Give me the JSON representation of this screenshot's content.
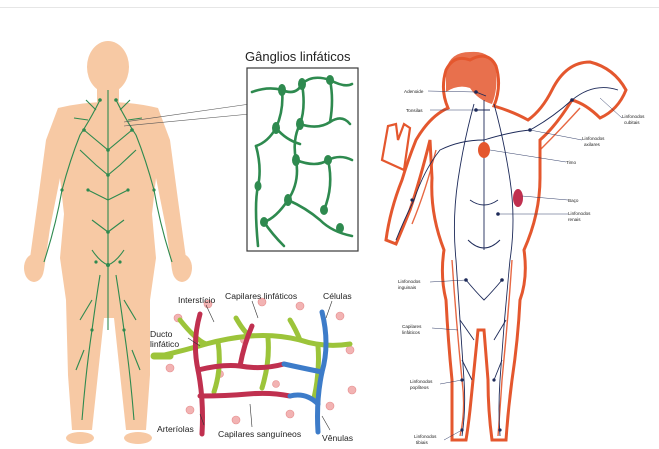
{
  "inset_title": "Gânglios linfáticos",
  "micro_labels": {
    "intersticio": "Interstício",
    "capilares_linfaticos": "Capilares linfáticos",
    "celulas": "Células",
    "ducto_linfatico_1": "Ducto",
    "ducto_linfatico_2": "linfático",
    "arteriolas": "Arteríolas",
    "capilares_sanguineos": "Capilares sanguíneos",
    "venulas": "Vênulas"
  },
  "female_labels": {
    "adenoide": "Adenoide",
    "tonsilas": "Tonsilas",
    "timo": "Timo",
    "baco": "Baço",
    "linfonodos_renais_1": "Linfonodos",
    "linfonodos_renais_2": "renais",
    "linfonodos_axilares_1": "Linfonodos",
    "linfonodos_axilares_2": "axilares",
    "linfonodos_cubitais_1": "Linfonodos",
    "linfonodos_cubitais_2": "cubitais",
    "linfonodos_inguinais_1": "Linfonodos",
    "linfonodos_inguinais_2": "inguinais",
    "capilares_linfaticos_1": "Capilares",
    "capilares_linfaticos_2": "linfáticos",
    "linfonodos_popliteos_1": "Linfonodos",
    "linfonodos_popliteos_2": "poplíteos",
    "linfonodos_tibiais_1": "Linfonodos",
    "linfonodos_tibiais_2": "tibiais"
  },
  "colors": {
    "skin": "#f7c9a4",
    "lymph_green": "#2e8a4f",
    "vessel_red": "#c0304f",
    "vessel_blue": "#3d7cc9",
    "lymph_yellow_green": "#9cc43a",
    "body_orange": "#e4572e",
    "node_navy": "#1d2a59"
  }
}
